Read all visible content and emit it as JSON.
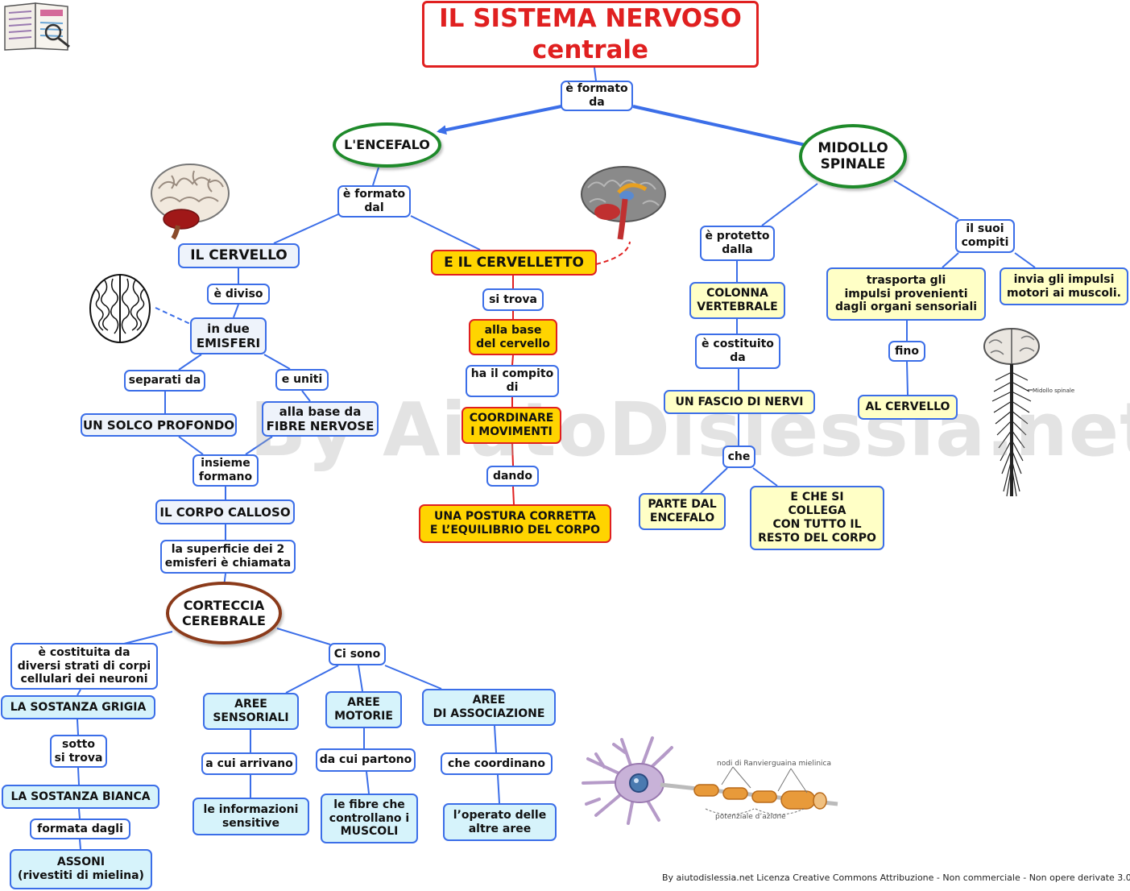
{
  "title": {
    "line1": "IL SISTEMA NERVOSO",
    "line2": "centrale"
  },
  "watermark": "By AiutoDislessia.net",
  "footer": "By aiutodislessia.net Licenza Creative Commons Attribuzione - Non commerciale - Non opere derivate 3.0 Italia",
  "colors": {
    "link_border": "#3b6ee8",
    "main_arrow": "#3b6ee8",
    "title_red": "#e02020",
    "oval_green": "#1e8a2a",
    "oval_brown": "#8b3a1a",
    "orange_fill": "#ffd400",
    "yellow_fill": "#ffffc6",
    "lightblue_fill": "#d6f3fb"
  },
  "nodes": {
    "formato_da": "è formato\nda",
    "encefalo": "L'ENCEFALO",
    "midollo": "MIDOLLO\nSPINALE",
    "formato_dal": "è formato\ndal",
    "cervello": "IL CERVELLO",
    "cervelletto": "E IL CERVELLETTO",
    "diviso": "è diviso",
    "emisferi": "in due\nEMISFERI",
    "separati": "separati da",
    "uniti": "e uniti",
    "solco": "UN SOLCO PROFONDO",
    "fibre_nervose": "alla base da\nFIBRE NERVOSE",
    "insieme": "insieme\nformano",
    "calloso": "IL CORPO CALLOSO",
    "superficie": "la superficie dei 2\nemisferi è chiamata",
    "corteccia": "CORTECCIA\nCEREBRALE",
    "costituita": "è costituita da\ndiversi strati di corpi\ncellulari dei neuroni",
    "grigia": "LA SOSTANZA GRIGIA",
    "sotto": "sotto\nsi trova",
    "bianca": "LA SOSTANZA BIANCA",
    "formata": "formata dagli",
    "assoni": "ASSONI\n(rivestiti di mielina)",
    "ci_sono": "Ci sono",
    "aree_sens": "AREE\nSENSORIALI",
    "aree_mot": "AREE\nMOTORIE",
    "aree_ass": "AREE\nDI ASSOCIAZIONE",
    "cui_arrivano": "a cui arrivano",
    "cui_partono": "da cui partono",
    "coordinano": "che coordinano",
    "informazioni": "le informazioni\nsensitive",
    "fibre_muscoli": "le fibre che\ncontrollano i\nMUSCOLI",
    "operato": "l’operato delle\naltre aree",
    "si_trova": "si trova",
    "base_cervello": "alla base\ndel cervello",
    "compito": "ha il compito\ndi",
    "coordinare": "COORDINARE\nI MOVIMENTI",
    "dando": "dando",
    "postura": "UNA POSTURA CORRETTA\nE L’EQUILIBRIO DEL CORPO",
    "protetto": "è protetto\ndalla",
    "colonna": "COLONNA\nVERTEBRALE",
    "costituito": "è costituito\nda",
    "fascio": "UN FASCIO DI NERVI",
    "che": "che",
    "parte_encefalo": "PARTE DAL\nENCEFALO",
    "collega": "E CHE SI\nCOLLEGA\nCON TUTTO IL\nRESTO DEL CORPO",
    "compiti": "il suoi\ncompiti",
    "trasporta": "trasporta gli\nimpulsi provenienti\ndagli organi sensoriali",
    "invia": "invia gli impulsi\nmotori ai muscoli.",
    "fino": "fino",
    "al_cervello": "AL CERVELLO"
  },
  "neuron": {
    "ranvier": "nodi di Ranvier",
    "guaina": "guaina mielinica",
    "potenziale": "potenziale d’azione"
  },
  "spine_label": "Midollo spinale",
  "icons": [
    "book-icon",
    "brain-icon",
    "brain-section-icon",
    "brain-hemispheres-icon",
    "spinal-cord-icon",
    "neuron-icon"
  ]
}
